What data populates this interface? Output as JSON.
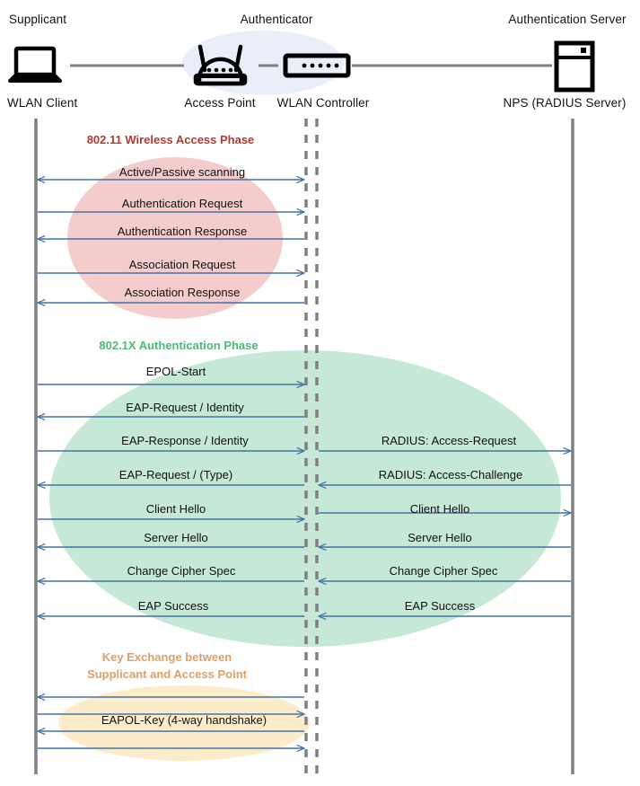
{
  "diagram": {
    "title": "802.1X / WPA2-Enterprise WLAN authentication sequence",
    "colors": {
      "arrow": "#4472a8",
      "lifeline": "#808080",
      "lifeline_dashed": "#808080",
      "phase1_fill": "#f4cccc",
      "phase2_fill": "#c5e8d5",
      "phase3_fill": "#fdeccd",
      "authenticator_fill": "#e8eef8",
      "phase1_title": "#b23a30",
      "phase2_title": "#4cb87a",
      "phase3_title": "#dba069",
      "icon": "#000000",
      "link": "#808080"
    }
  },
  "actors": [
    {
      "id": "supplicant",
      "role_label": "Supplicant",
      "device_label": "WLAN Client",
      "icon": "laptop-icon"
    },
    {
      "id": "access-point",
      "role_label": "Authenticator",
      "device_label": "Access Point",
      "icon": "access-point-icon"
    },
    {
      "id": "wlan-controller",
      "role_label": "",
      "device_label": "WLAN Controller",
      "icon": "wlan-controller-icon"
    },
    {
      "id": "auth-server",
      "role_label": "Authentication Server",
      "device_label": "NPS (RADIUS Server)",
      "icon": "server-icon"
    }
  ],
  "phases": [
    {
      "id": "phase-802-11",
      "title": "802.11 Wireless Access Phase",
      "title_lines": [
        "802.11 Wireless Access Phase"
      ],
      "messages": [
        {
          "label": "Active/Passive scanning",
          "from": "supplicant",
          "to": "authenticator",
          "direction": "bidirectional",
          "side": "left"
        },
        {
          "label": "Authentication Request",
          "from": "supplicant",
          "to": "authenticator",
          "direction": "right",
          "side": "left"
        },
        {
          "label": "Authentication Response",
          "from": "authenticator",
          "to": "supplicant",
          "direction": "left",
          "side": "left"
        },
        {
          "label": "Association Request",
          "from": "supplicant",
          "to": "authenticator",
          "direction": "right",
          "side": "left"
        },
        {
          "label": "Association Response",
          "from": "authenticator",
          "to": "supplicant",
          "direction": "left",
          "side": "left"
        }
      ]
    },
    {
      "id": "phase-802-1x",
      "title": "802.1X Authentication Phase",
      "title_lines": [
        "802.1X Authentication Phase"
      ],
      "messages": [
        {
          "label": "EPOL-Start",
          "from": "supplicant",
          "to": "authenticator",
          "direction": "right",
          "side": "left"
        },
        {
          "label": "EAP-Request / Identity",
          "from": "authenticator",
          "to": "supplicant",
          "direction": "left",
          "side": "left"
        },
        {
          "label": "EAP-Response / Identity",
          "from": "supplicant",
          "to": "authenticator",
          "direction": "right",
          "side": "left"
        },
        {
          "label": "EAP-Request / (Type)",
          "from": "authenticator",
          "to": "supplicant",
          "direction": "left",
          "side": "left"
        },
        {
          "label": "Client Hello",
          "from": "supplicant",
          "to": "authenticator",
          "direction": "right",
          "side": "left"
        },
        {
          "label": "Server Hello",
          "from": "authenticator",
          "to": "supplicant",
          "direction": "left",
          "side": "left"
        },
        {
          "label": "Change Cipher Spec",
          "from": "authenticator",
          "to": "supplicant",
          "direction": "left",
          "side": "left"
        },
        {
          "label": "EAP Success",
          "from": "authenticator",
          "to": "supplicant",
          "direction": "left",
          "side": "left"
        },
        {
          "label": "RADIUS: Access-Request",
          "from": "authenticator",
          "to": "auth-server",
          "direction": "right",
          "side": "right"
        },
        {
          "label": "RADIUS: Access-Challenge",
          "from": "auth-server",
          "to": "authenticator",
          "direction": "left",
          "side": "right"
        },
        {
          "label": "Client Hello",
          "from": "authenticator",
          "to": "auth-server",
          "direction": "right",
          "side": "right"
        },
        {
          "label": "Server Hello",
          "from": "auth-server",
          "to": "authenticator",
          "direction": "left",
          "side": "right"
        },
        {
          "label": "Change Cipher Spec",
          "from": "auth-server",
          "to": "authenticator",
          "direction": "left",
          "side": "right"
        },
        {
          "label": "EAP Success",
          "from": "auth-server",
          "to": "authenticator",
          "direction": "left",
          "side": "right"
        }
      ]
    },
    {
      "id": "phase-key-exchange",
      "title": "Key Exchange between Supplicant and Access Point",
      "title_lines": [
        "Key Exchange between",
        "Supplicant and Access Point"
      ],
      "messages": [
        {
          "label": "",
          "from": "authenticator",
          "to": "supplicant",
          "direction": "left",
          "side": "left"
        },
        {
          "label": "",
          "from": "supplicant",
          "to": "authenticator",
          "direction": "right",
          "side": "left"
        },
        {
          "label": "EAPOL-Key (4-way handshake)",
          "from": "authenticator",
          "to": "supplicant",
          "direction": "left",
          "side": "left"
        },
        {
          "label": "",
          "from": "supplicant",
          "to": "authenticator",
          "direction": "right",
          "side": "left"
        }
      ]
    }
  ],
  "labels": {
    "supplicant_role": "Supplicant",
    "supplicant_device": "WLAN Client",
    "authenticator_role": "Authenticator",
    "access_point_device": "Access Point",
    "wlan_controller_device": "WLAN Controller",
    "auth_server_role": "Authentication Server",
    "auth_server_device": "NPS (RADIUS Server)",
    "phase1_title": "802.11 Wireless Access Phase",
    "phase2_title": "802.1X Authentication Phase",
    "phase3_title_line1": "Key Exchange between",
    "phase3_title_line2": "Supplicant and Access Point",
    "m_active_passive_scanning": "Active/Passive scanning",
    "m_authentication_request": "Authentication Request",
    "m_authentication_response": "Authentication Response",
    "m_association_request": "Association Request",
    "m_association_response": "Association Response",
    "m_eapol_start": "EPOL-Start",
    "m_eap_request_identity": "EAP-Request / Identity",
    "m_eap_response_identity": "EAP-Response / Identity",
    "m_eap_request_type": "EAP-Request / (Type)",
    "m_client_hello_left": "Client Hello",
    "m_server_hello_left": "Server Hello",
    "m_change_cipher_spec_left": "Change Cipher Spec",
    "m_eap_success_left": "EAP Success",
    "m_radius_access_request": "RADIUS: Access-Request",
    "m_radius_access_challenge": "RADIUS: Access-Challenge",
    "m_client_hello_right": "Client Hello",
    "m_server_hello_right": "Server Hello",
    "m_change_cipher_spec_right": "Change Cipher Spec",
    "m_eap_success_right": "EAP Success",
    "m_eapol_key": "EAPOL-Key (4-way handshake)"
  }
}
